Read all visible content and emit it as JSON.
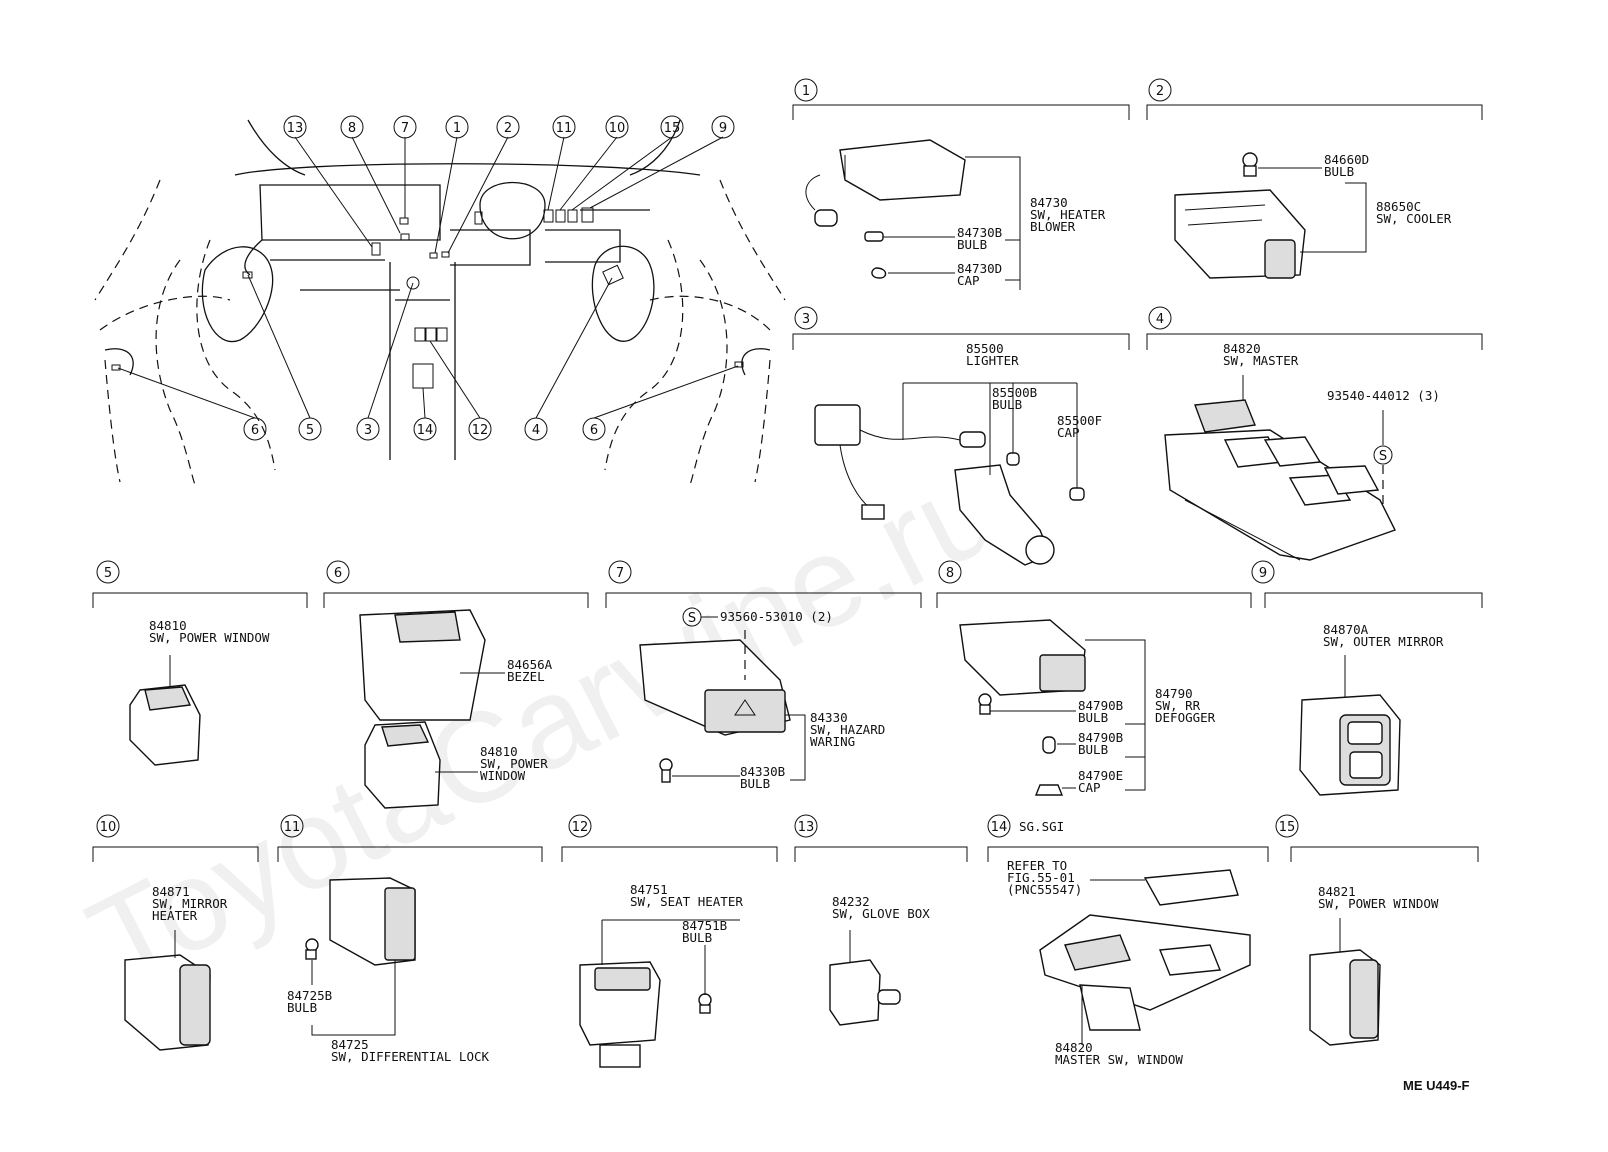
{
  "watermark": "ToyotaCarwine.ru",
  "figure_code": "ME U449-F",
  "overview_callouts": [
    "13",
    "8",
    "7",
    "1",
    "2",
    "11",
    "10",
    "15",
    "9",
    "6",
    "5",
    "3",
    "14",
    "12",
    "4",
    "6"
  ],
  "sections": {
    "s1": {
      "num": "1",
      "parts": [
        {
          "code": "84730",
          "desc": "SW, HEATER",
          "desc2": "BLOWER"
        },
        {
          "code": "84730B",
          "desc": "BULB"
        },
        {
          "code": "84730D",
          "desc": "CAP"
        }
      ]
    },
    "s2": {
      "num": "2",
      "parts": [
        {
          "code": "84660D",
          "desc": "BULB"
        },
        {
          "code": "88650C",
          "desc": "SW, COOLER"
        }
      ]
    },
    "s3": {
      "num": "3",
      "parts": [
        {
          "code": "85500",
          "desc": "LIGHTER"
        },
        {
          "code": "85500B",
          "desc": "BULB"
        },
        {
          "code": "85500F",
          "desc": "CAP"
        }
      ]
    },
    "s4": {
      "num": "4",
      "parts": [
        {
          "code": "84820",
          "desc": "SW, MASTER"
        },
        {
          "code": "93540-44012 (3)"
        }
      ],
      "screw": "S"
    },
    "s5": {
      "num": "5",
      "parts": [
        {
          "code": "84810",
          "desc": "SW, POWER WINDOW"
        }
      ]
    },
    "s6": {
      "num": "6",
      "parts": [
        {
          "code": "84656A",
          "desc": "BEZEL"
        },
        {
          "code": "84810",
          "desc": "SW, POWER",
          "desc2": "WINDOW"
        }
      ]
    },
    "s7": {
      "num": "7",
      "parts": [
        {
          "code": "93560-53010 (2)"
        },
        {
          "code": "84330",
          "desc": "SW, HAZARD",
          "desc2": "WARING"
        },
        {
          "code": "84330B",
          "desc": "BULB"
        }
      ],
      "screw": "S"
    },
    "s8": {
      "num": "8",
      "parts": [
        {
          "code": "84790B",
          "desc": "BULB"
        },
        {
          "code": "84790",
          "desc": "SW, RR",
          "desc2": "DEFOGGER"
        },
        {
          "code": "84790B",
          "desc": "BULB"
        },
        {
          "code": "84790E",
          "desc": "CAP"
        }
      ]
    },
    "s9": {
      "num": "9",
      "parts": [
        {
          "code": "84870A",
          "desc": "SW, OUTER MIRROR"
        }
      ]
    },
    "s10": {
      "num": "10",
      "parts": [
        {
          "code": "84871",
          "desc": "SW, MIRROR",
          "desc2": "HEATER"
        }
      ]
    },
    "s11": {
      "num": "11",
      "parts": [
        {
          "code": "84725B",
          "desc": "BULB"
        },
        {
          "code": "84725",
          "desc": "SW, DIFFERENTIAL LOCK"
        }
      ]
    },
    "s12": {
      "num": "12",
      "parts": [
        {
          "code": "84751",
          "desc": "SW, SEAT HEATER"
        },
        {
          "code": "84751B",
          "desc": "BULB"
        }
      ]
    },
    "s13": {
      "num": "13",
      "parts": [
        {
          "code": "84232",
          "desc": "SW, GLOVE BOX"
        }
      ]
    },
    "s14": {
      "num": "14",
      "variant": "SG.SGI",
      "refer": [
        "REFER TO",
        "FIG.55-01",
        "(PNC55547)"
      ],
      "parts": [
        {
          "code": "84820",
          "desc": "MASTER SW, WINDOW"
        }
      ]
    },
    "s15": {
      "num": "15",
      "parts": [
        {
          "code": "84821",
          "desc": "SW, POWER WINDOW"
        }
      ]
    }
  }
}
